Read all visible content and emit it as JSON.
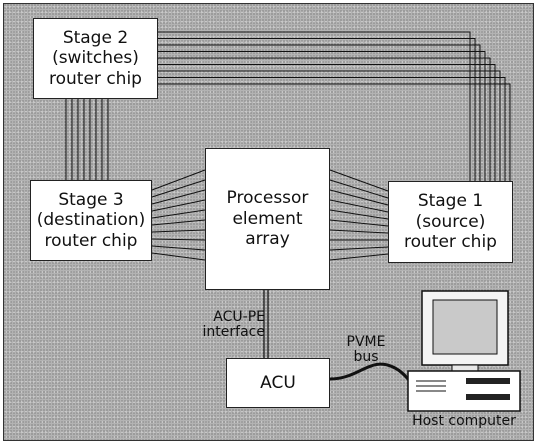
{
  "diagram": {
    "stage2_router": "Stage 2\n(switches)\nrouter chip",
    "stage3_router": "Stage 3\n(destination)\nrouter chip",
    "processor_array": "Processor\nelement\narray",
    "stage1_router": "Stage 1\n(source)\nrouter chip",
    "acu": "ACU",
    "acu_pe_interface": "ACU-PE\ninterface",
    "pvme_bus": "PVME\nbus",
    "host_computer": "Host computer"
  }
}
